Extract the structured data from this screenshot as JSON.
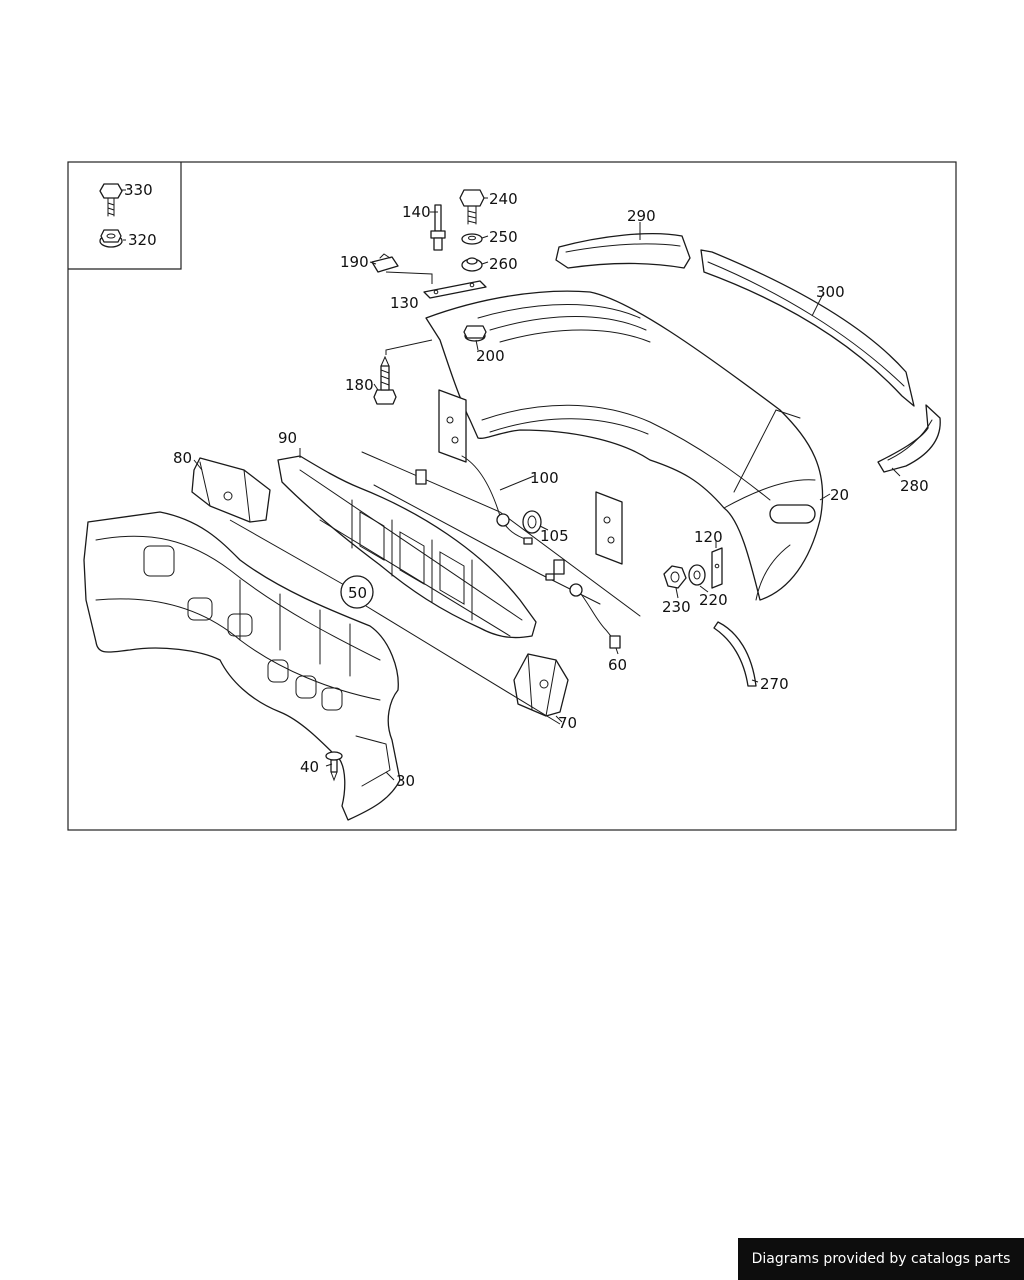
{
  "callouts": {
    "c330": "330",
    "c320": "320",
    "c140": "140",
    "c240": "240",
    "c250": "250",
    "c260": "260",
    "c190": "190",
    "c130": "130",
    "c290": "290",
    "c300": "300",
    "c200": "200",
    "c180": "180",
    "c90": "90",
    "c80": "80",
    "c100": "100",
    "c105": "105",
    "c20": "20",
    "c280": "280",
    "c120": "120",
    "c50": "50",
    "c230": "230",
    "c220": "220",
    "c60": "60",
    "c270": "270",
    "c70": "70",
    "c40": "40",
    "c30": "30"
  },
  "footer": {
    "text": "Diagrams provided by catalogs parts"
  }
}
